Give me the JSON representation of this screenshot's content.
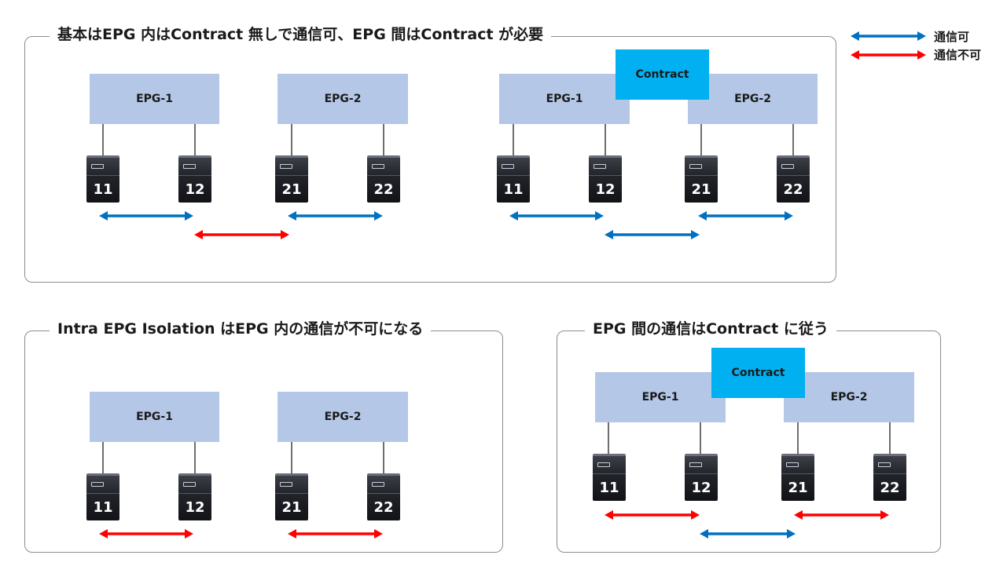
{
  "legend": {
    "allowed": {
      "label": "通信可",
      "color": "#0070c0"
    },
    "denied": {
      "label": "通信不可",
      "color": "#ff0000"
    }
  },
  "panels": [
    {
      "title": "基本はEPG 内はContract 無しで通信可、EPG 間はContract が必要",
      "groups": [
        {
          "epgs": [
            "EPG-1",
            "EPG-2"
          ],
          "servers": [
            "11",
            "12",
            "21",
            "22"
          ]
        },
        {
          "epgs": [
            "EPG-1",
            "EPG-2"
          ],
          "servers": [
            "11",
            "12",
            "21",
            "22"
          ],
          "contract": "Contract"
        }
      ]
    },
    {
      "title": "Intra EPG Isolation はEPG 内の通信が不可になる",
      "groups": [
        {
          "epgs": [
            "EPG-1",
            "EPG-2"
          ],
          "servers": [
            "11",
            "12",
            "21",
            "22"
          ]
        }
      ]
    },
    {
      "title": "EPG 間の通信はContract に従う",
      "groups": [
        {
          "epgs": [
            "EPG-1",
            "EPG-2"
          ],
          "servers": [
            "11",
            "12",
            "21",
            "22"
          ],
          "contract": "Contract"
        }
      ]
    }
  ]
}
